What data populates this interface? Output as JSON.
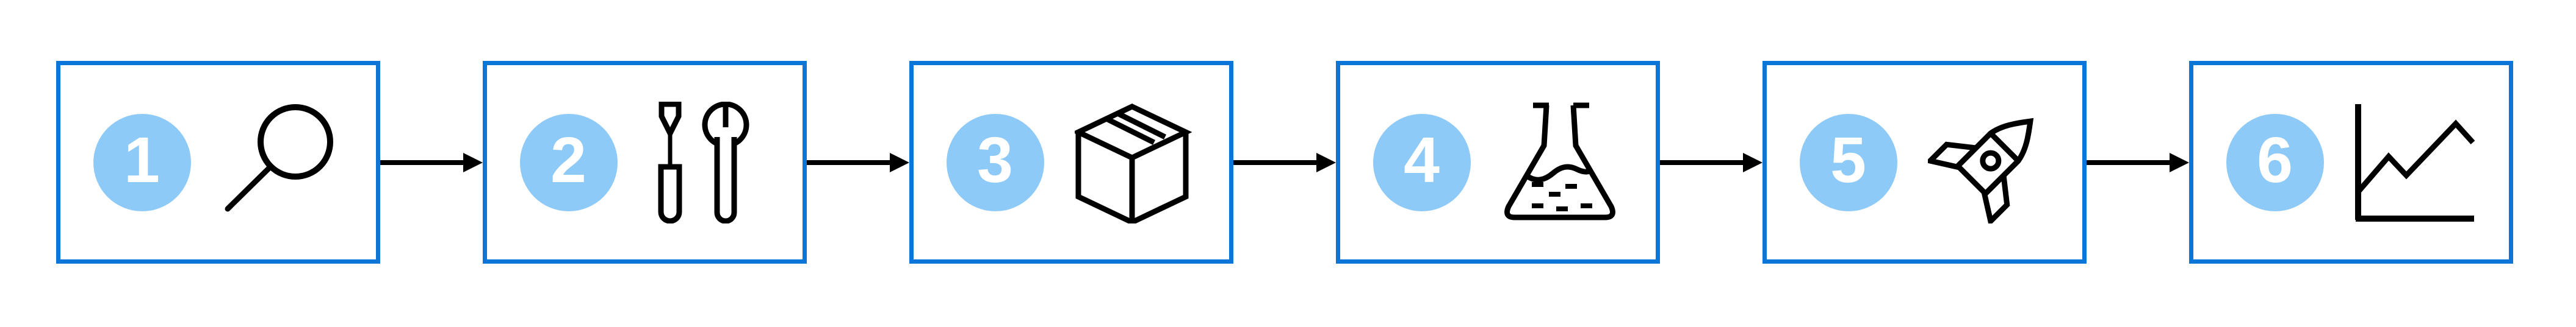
{
  "colors": {
    "background": "#ffffff",
    "box_border": "#0b76d7",
    "step_circle": "#8ecaf7",
    "step_number": "#ffffff",
    "icon_stroke": "#000000",
    "arrow": "#000000"
  },
  "flow": {
    "connector": "arrow-right",
    "steps": [
      {
        "number": "1",
        "icon": "magnifier-icon"
      },
      {
        "number": "2",
        "icon": "screwdriver-wrench-icon"
      },
      {
        "number": "3",
        "icon": "package-icon"
      },
      {
        "number": "4",
        "icon": "flask-icon"
      },
      {
        "number": "5",
        "icon": "rocket-icon"
      },
      {
        "number": "6",
        "icon": "line-chart-icon"
      }
    ]
  }
}
